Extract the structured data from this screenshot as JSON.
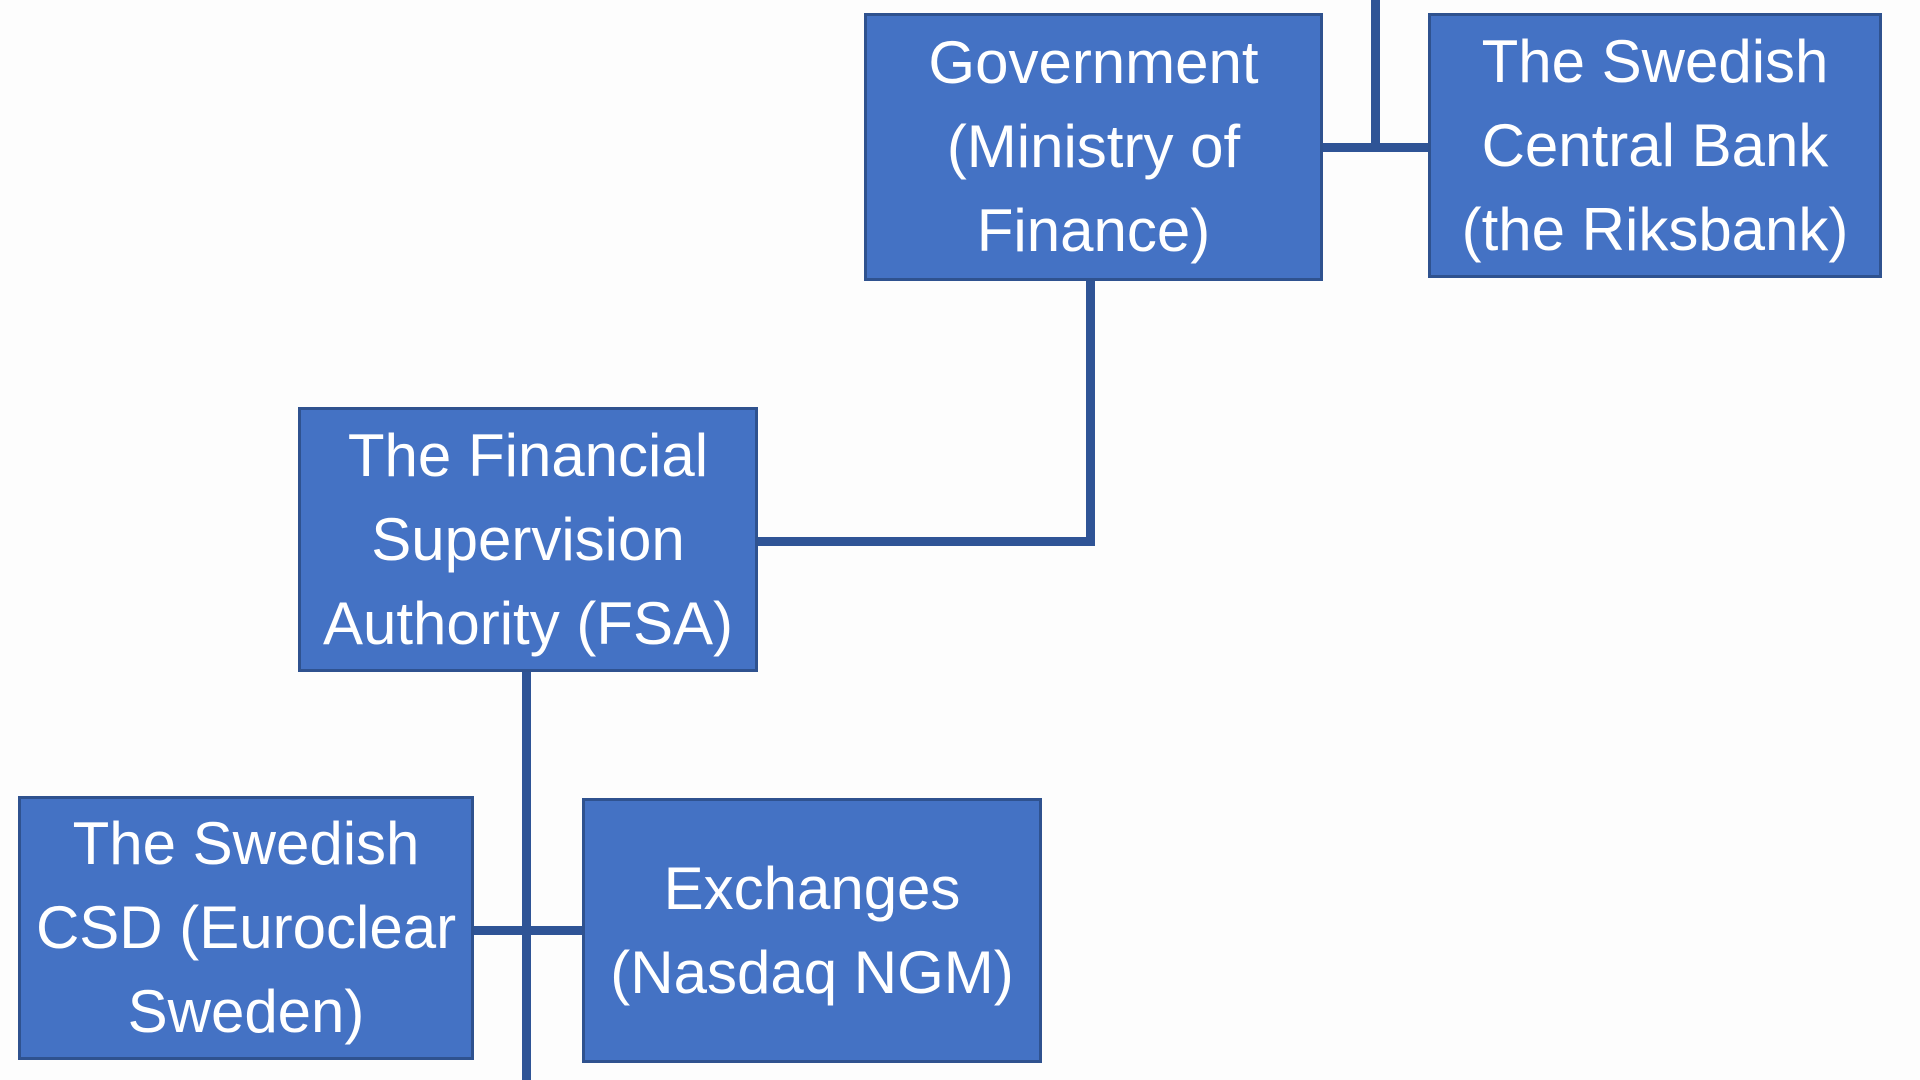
{
  "colors": {
    "box_fill": "#4472C4",
    "box_border": "#2F528F",
    "connector": "#2F5496",
    "text": "#FFFFFF",
    "background": "#FDFDFD"
  },
  "diagram": {
    "type": "org-chart",
    "title": "",
    "nodes": [
      {
        "id": "government",
        "label": "Government (Ministry of Finance)",
        "lines": [
          "Government",
          "(Ministry of",
          "Finance)"
        ]
      },
      {
        "id": "central-bank",
        "label": "The Swedish Central Bank (the Riksbank)",
        "lines": [
          "The Swedish",
          "Central Bank",
          "(the Riksbank)"
        ]
      },
      {
        "id": "fsa",
        "label": "The Financial Supervision Authority (FSA)",
        "lines": [
          "The Financial",
          "Supervision",
          "Authority (FSA)"
        ]
      },
      {
        "id": "csd",
        "label": "The Swedish CSD (Euroclear Sweden)",
        "lines": [
          "The Swedish",
          "CSD (Euroclear",
          "Sweden)"
        ]
      },
      {
        "id": "exchanges",
        "label": "Exchanges (Nasdaq NGM)",
        "lines": [
          "Exchanges",
          "(Nasdaq NGM)"
        ]
      }
    ],
    "connectors": [
      {
        "id": "top-stub",
        "description": "vertical line from top edge down to Government–Riksbank link"
      },
      {
        "id": "gov-riksbank",
        "description": "horizontal link between Government and Riksbank boxes"
      },
      {
        "id": "gov-fsa-v",
        "description": "vertical drop from Government bottom center"
      },
      {
        "id": "gov-fsa-h",
        "description": "horizontal link into FSA right side"
      },
      {
        "id": "fsa-down",
        "description": "vertical line from FSA bottom through CSD–Exchanges link to bottom edge"
      },
      {
        "id": "csd-exchanges",
        "description": "horizontal link between CSD and Exchanges boxes"
      }
    ]
  }
}
